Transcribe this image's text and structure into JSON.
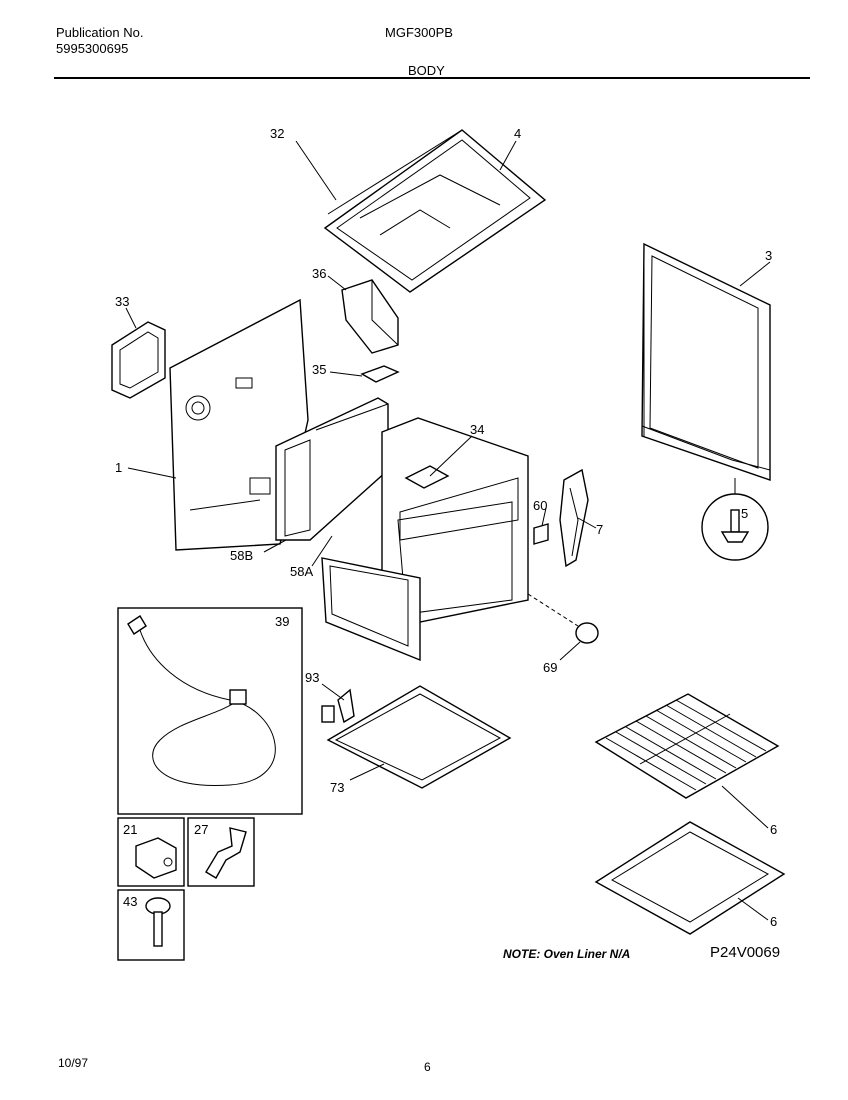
{
  "header": {
    "publication_label": "Publication No.",
    "publication_number": "5995300695",
    "model": "MGF300PB",
    "section_title": "BODY"
  },
  "callouts": {
    "c32": "32",
    "c4": "4",
    "c3": "3",
    "c33": "33",
    "c36": "36",
    "c35": "35",
    "c34": "34",
    "c1": "1",
    "c60": "60",
    "c5": "5",
    "c7": "7",
    "c58b": "58B",
    "c58a": "58A",
    "c39": "39",
    "c69": "69",
    "c93": "93",
    "c73": "73",
    "c6a": "6",
    "c6b": "6",
    "c21": "21",
    "c27": "27",
    "c43": "43"
  },
  "note": "NOTE: Oven Liner N/A",
  "diagram_code": "P24V0069",
  "footer": {
    "date": "10/97",
    "page": "6"
  }
}
